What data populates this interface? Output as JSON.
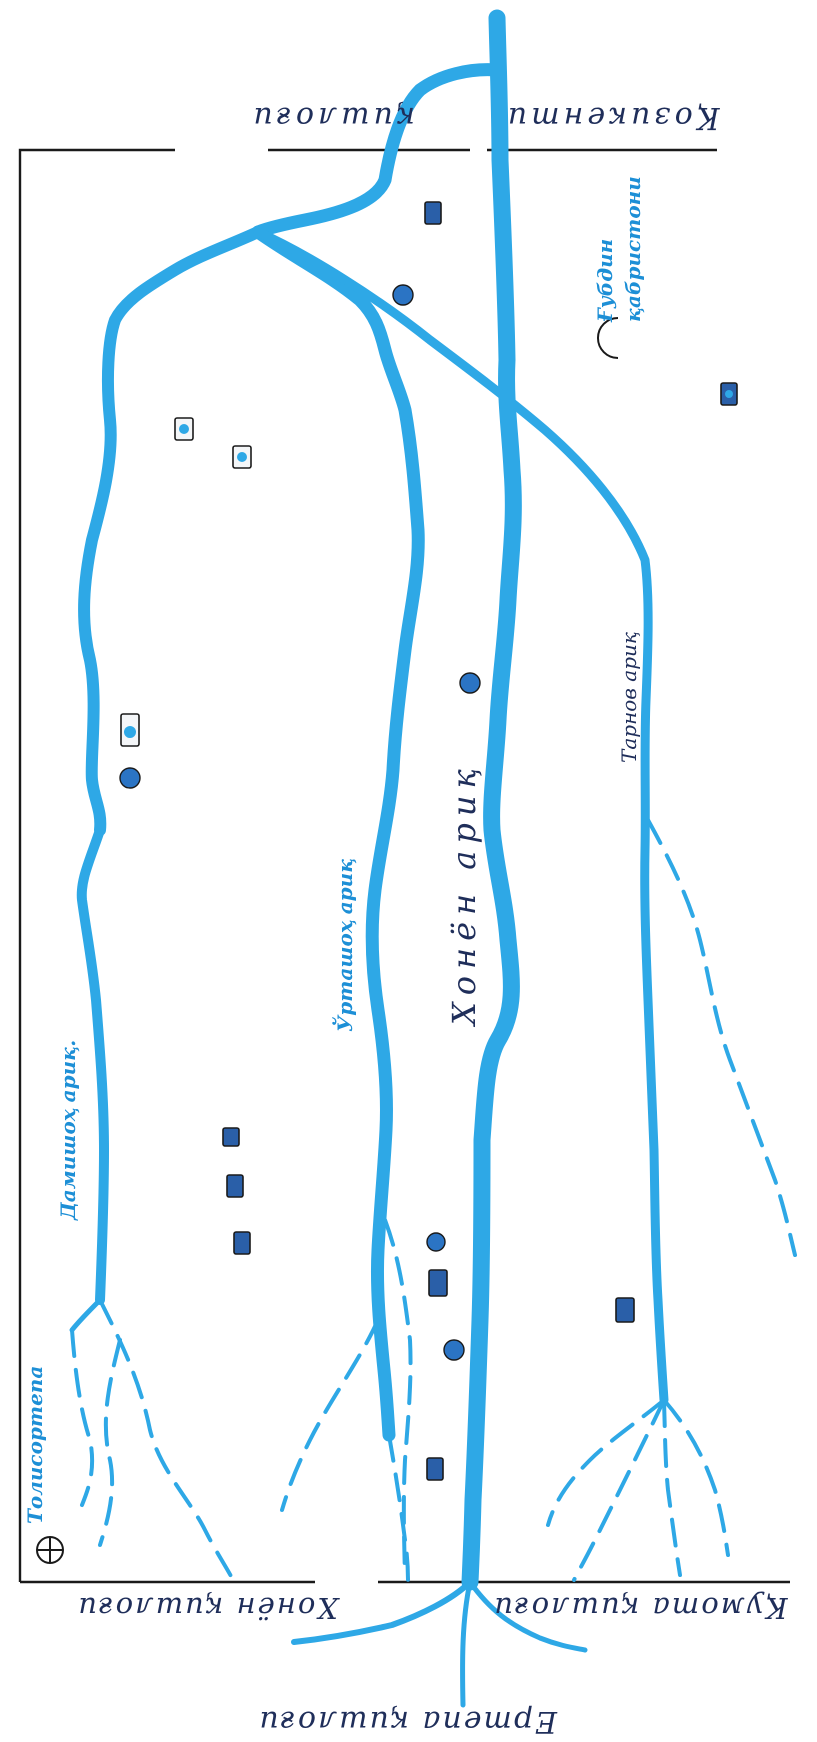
{
  "colors": {
    "canal": "#2ea8e6",
    "label_blue": "#1d8fd6",
    "label_dark": "#1f2e5a",
    "border": "#1a1a1a",
    "marker_dark": "#2a5fa8"
  },
  "labels": {
    "kozi_kenti": "Қозикенти",
    "kishlogi_top": "қишлоғи",
    "hona_kishlogi": "Хонён қишлоғи",
    "kumota_kishlogi": "Қумота қишлоғи",
    "ertepa_kishlogi": "Ертепа қишлоғи",
    "gubdin": "Ғубдин",
    "kabristoni": "қабристони",
    "tarnov": "Тарнов ариқ",
    "honen": "Хонён ариқ",
    "urtashoh": "Ўрташоҳ ариқ",
    "damishoh": "Дамишоҳ ариқ.",
    "tolisortepa": "Толисортепа"
  },
  "icons": {
    "cemetery": "crescent-icon",
    "landmark": "crosshair-circle-icon"
  }
}
